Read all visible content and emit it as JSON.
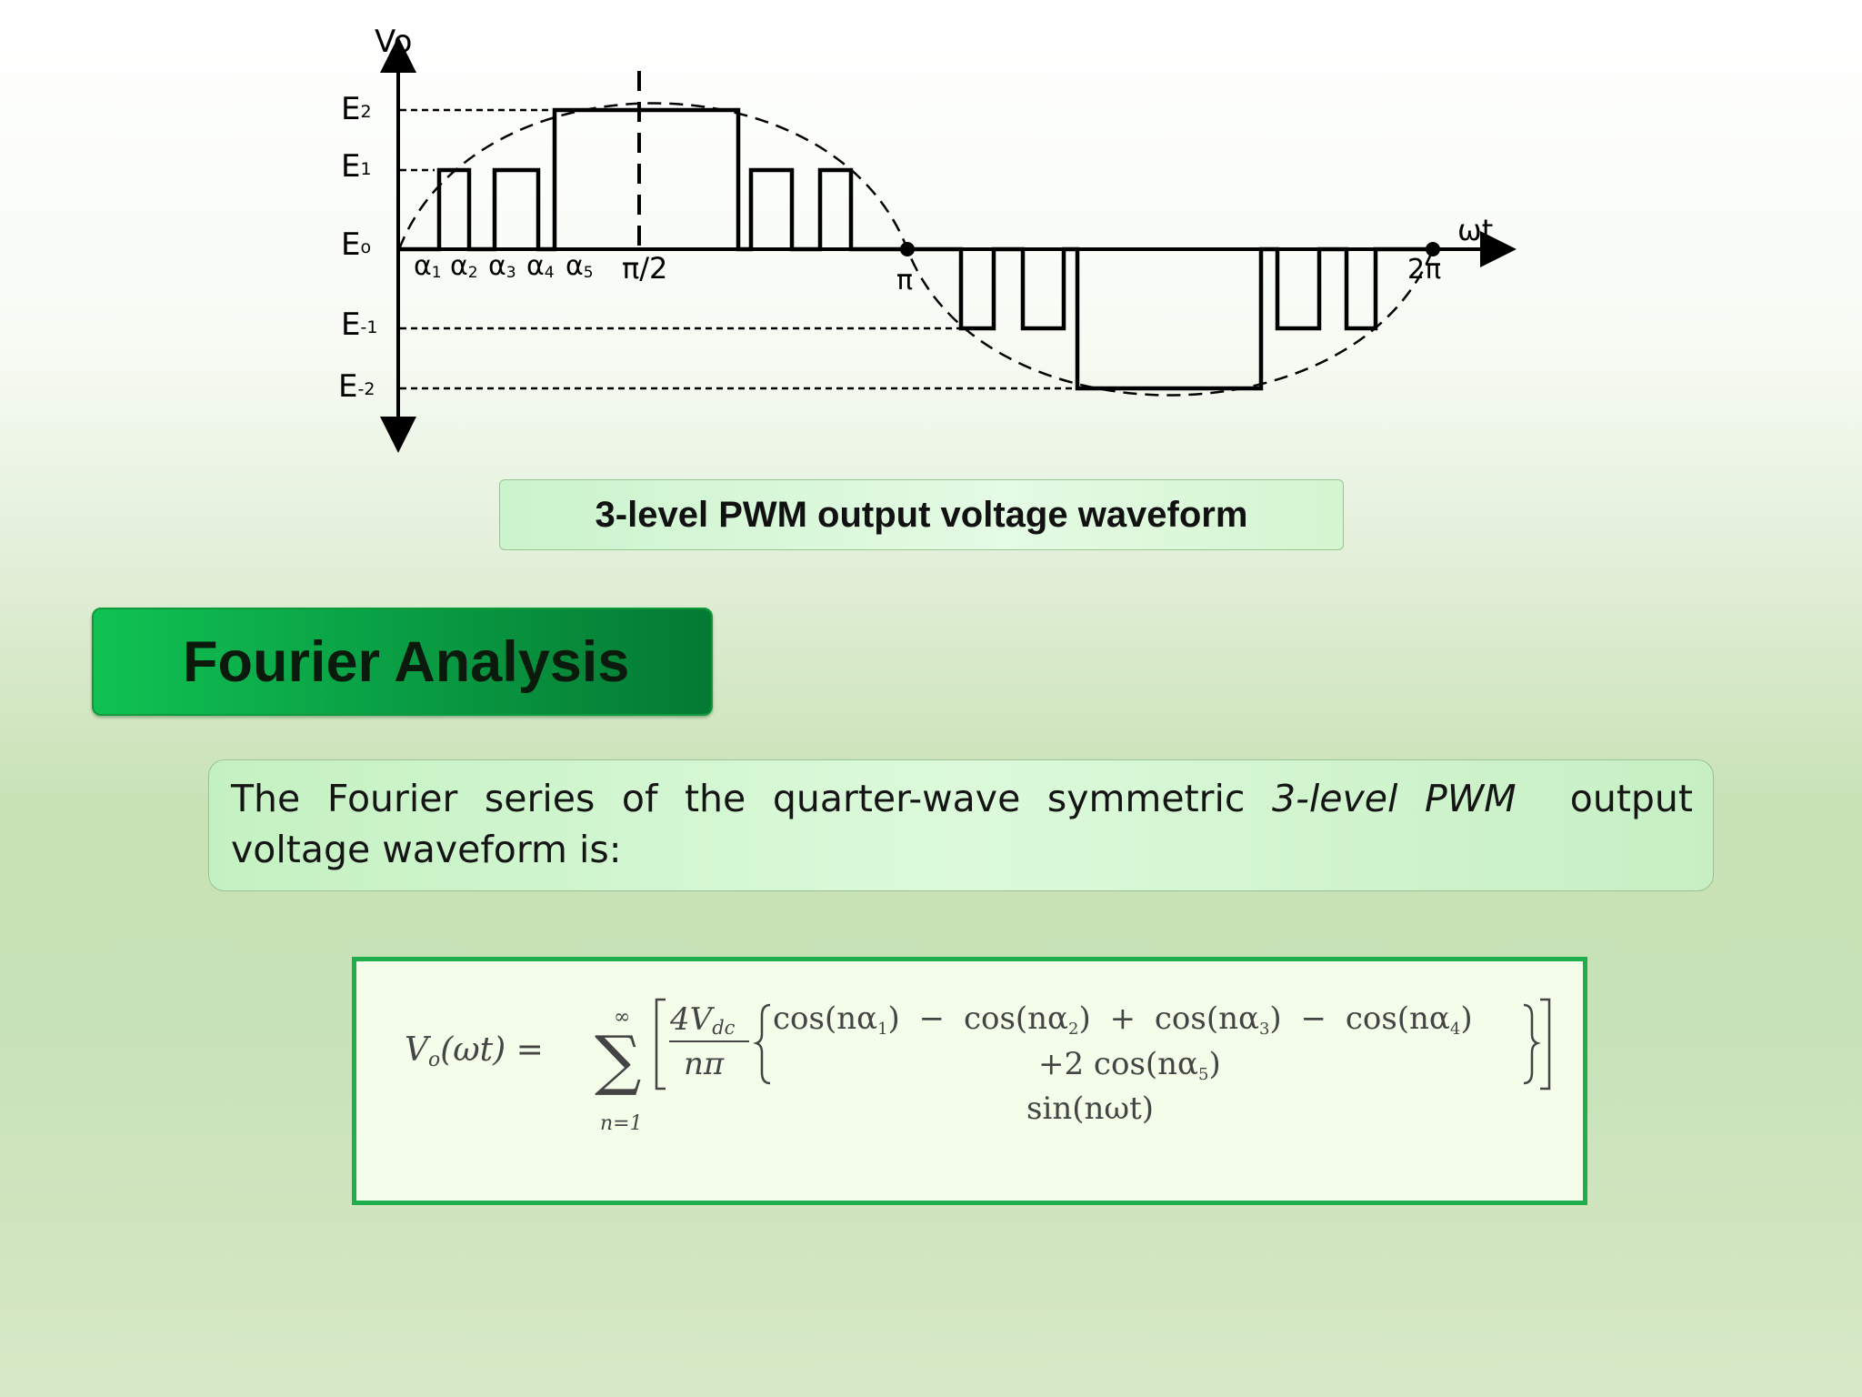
{
  "diagram": {
    "y_axis_label": "Vo",
    "x_axis_label": "ωt",
    "level_labels": {
      "E2": {
        "base": "E",
        "sub": "2"
      },
      "E1": {
        "base": "E",
        "sub": "1"
      },
      "E0": {
        "base": "E",
        "sub": "o"
      },
      "Em1": {
        "base": "E",
        "sub": "-1"
      },
      "Em2": {
        "base": "E",
        "sub": "-2"
      }
    },
    "alpha_labels": [
      {
        "base": "α",
        "sub": "1"
      },
      {
        "base": "α",
        "sub": "2"
      },
      {
        "base": "α",
        "sub": "3"
      },
      {
        "base": "α",
        "sub": "4"
      },
      {
        "base": "α",
        "sub": "5"
      }
    ],
    "tick_labels": {
      "half_pi": "π/2",
      "pi": "π",
      "two_pi": "2π"
    }
  },
  "caption": "3-level PWM output voltage waveform",
  "section_title": "Fourier Analysis",
  "intro": {
    "before": "The Fourier series of the quarter-wave symmetric ",
    "emphasis": "3-level PWM",
    "after": "  output voltage waveform is:"
  },
  "formula": {
    "lhs_V": "V",
    "lhs_sub": "o",
    "lhs_arg": "(ωt) =",
    "sum_upper": "∞",
    "sigma": "∑",
    "sum_lower": "n=1",
    "frac_num": "4V",
    "frac_num_sub": "dc",
    "frac_den": "nπ",
    "line1": [
      {
        "text": "cos(nα",
        "sub": "1",
        "close": ")"
      },
      {
        "op": "−"
      },
      {
        "text": "cos(nα",
        "sub": "2",
        "close": ")"
      },
      {
        "op": "+"
      },
      {
        "text": "cos(nα",
        "sub": "3",
        "close": ")"
      },
      {
        "op": "−"
      },
      {
        "text": "cos(nα",
        "sub": "4",
        "close": ")"
      }
    ],
    "line2_prefix": "+2 cos(nα",
    "line2_sub": "5",
    "line2_close": ")",
    "line3": "sin(nωt)"
  },
  "colors": {
    "heading_green": "#0aa146",
    "formula_border": "#1fae4e",
    "caption_bg": "#dcfadb"
  }
}
